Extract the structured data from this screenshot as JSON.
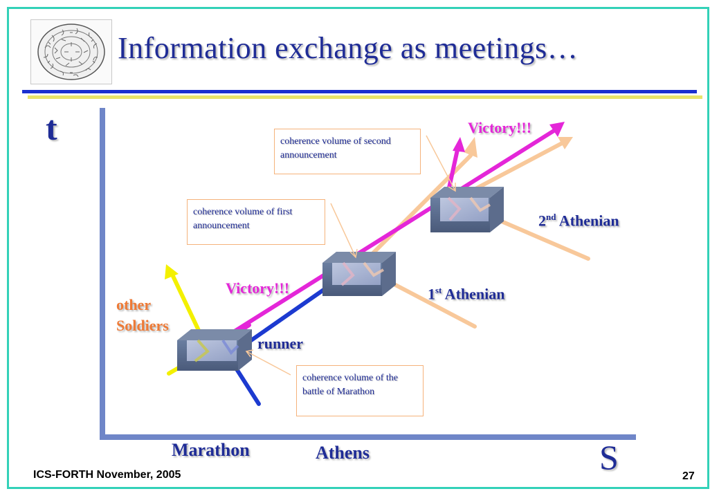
{
  "slide": {
    "title": "Information exchange as meetings…",
    "footer_left": "ICS-FORTH November, 2005",
    "page_number": "27"
  },
  "diagram": {
    "axis_t": "t",
    "axis_s": "S",
    "place_marathon": "Marathon",
    "place_athens": "Athens",
    "victory_1": "Victory!!!",
    "victory_2": "Victory!!!",
    "other_soldiers": [
      "other",
      "Soldiers"
    ],
    "runner": "runner",
    "athenian_1": {
      "num": "1",
      "sup": "st",
      "rest": " Athenian"
    },
    "athenian_2": {
      "num": "2",
      "sup": "nd",
      "rest": " Athenian"
    },
    "box_second": "coherence volume of second announcement",
    "box_first": "coherence volume of first announcement",
    "box_battle": "coherence volume of the battle of Marathon"
  },
  "colors": {
    "frame": "#33d1b8",
    "title": "#1f2c96",
    "axis": "#6f86c8",
    "magenta": "#e426d8",
    "blue_runner": "#1c3ad0",
    "yellow": "#f3f000",
    "peach": "#f8c89a",
    "box_border": "#f5b27a"
  }
}
